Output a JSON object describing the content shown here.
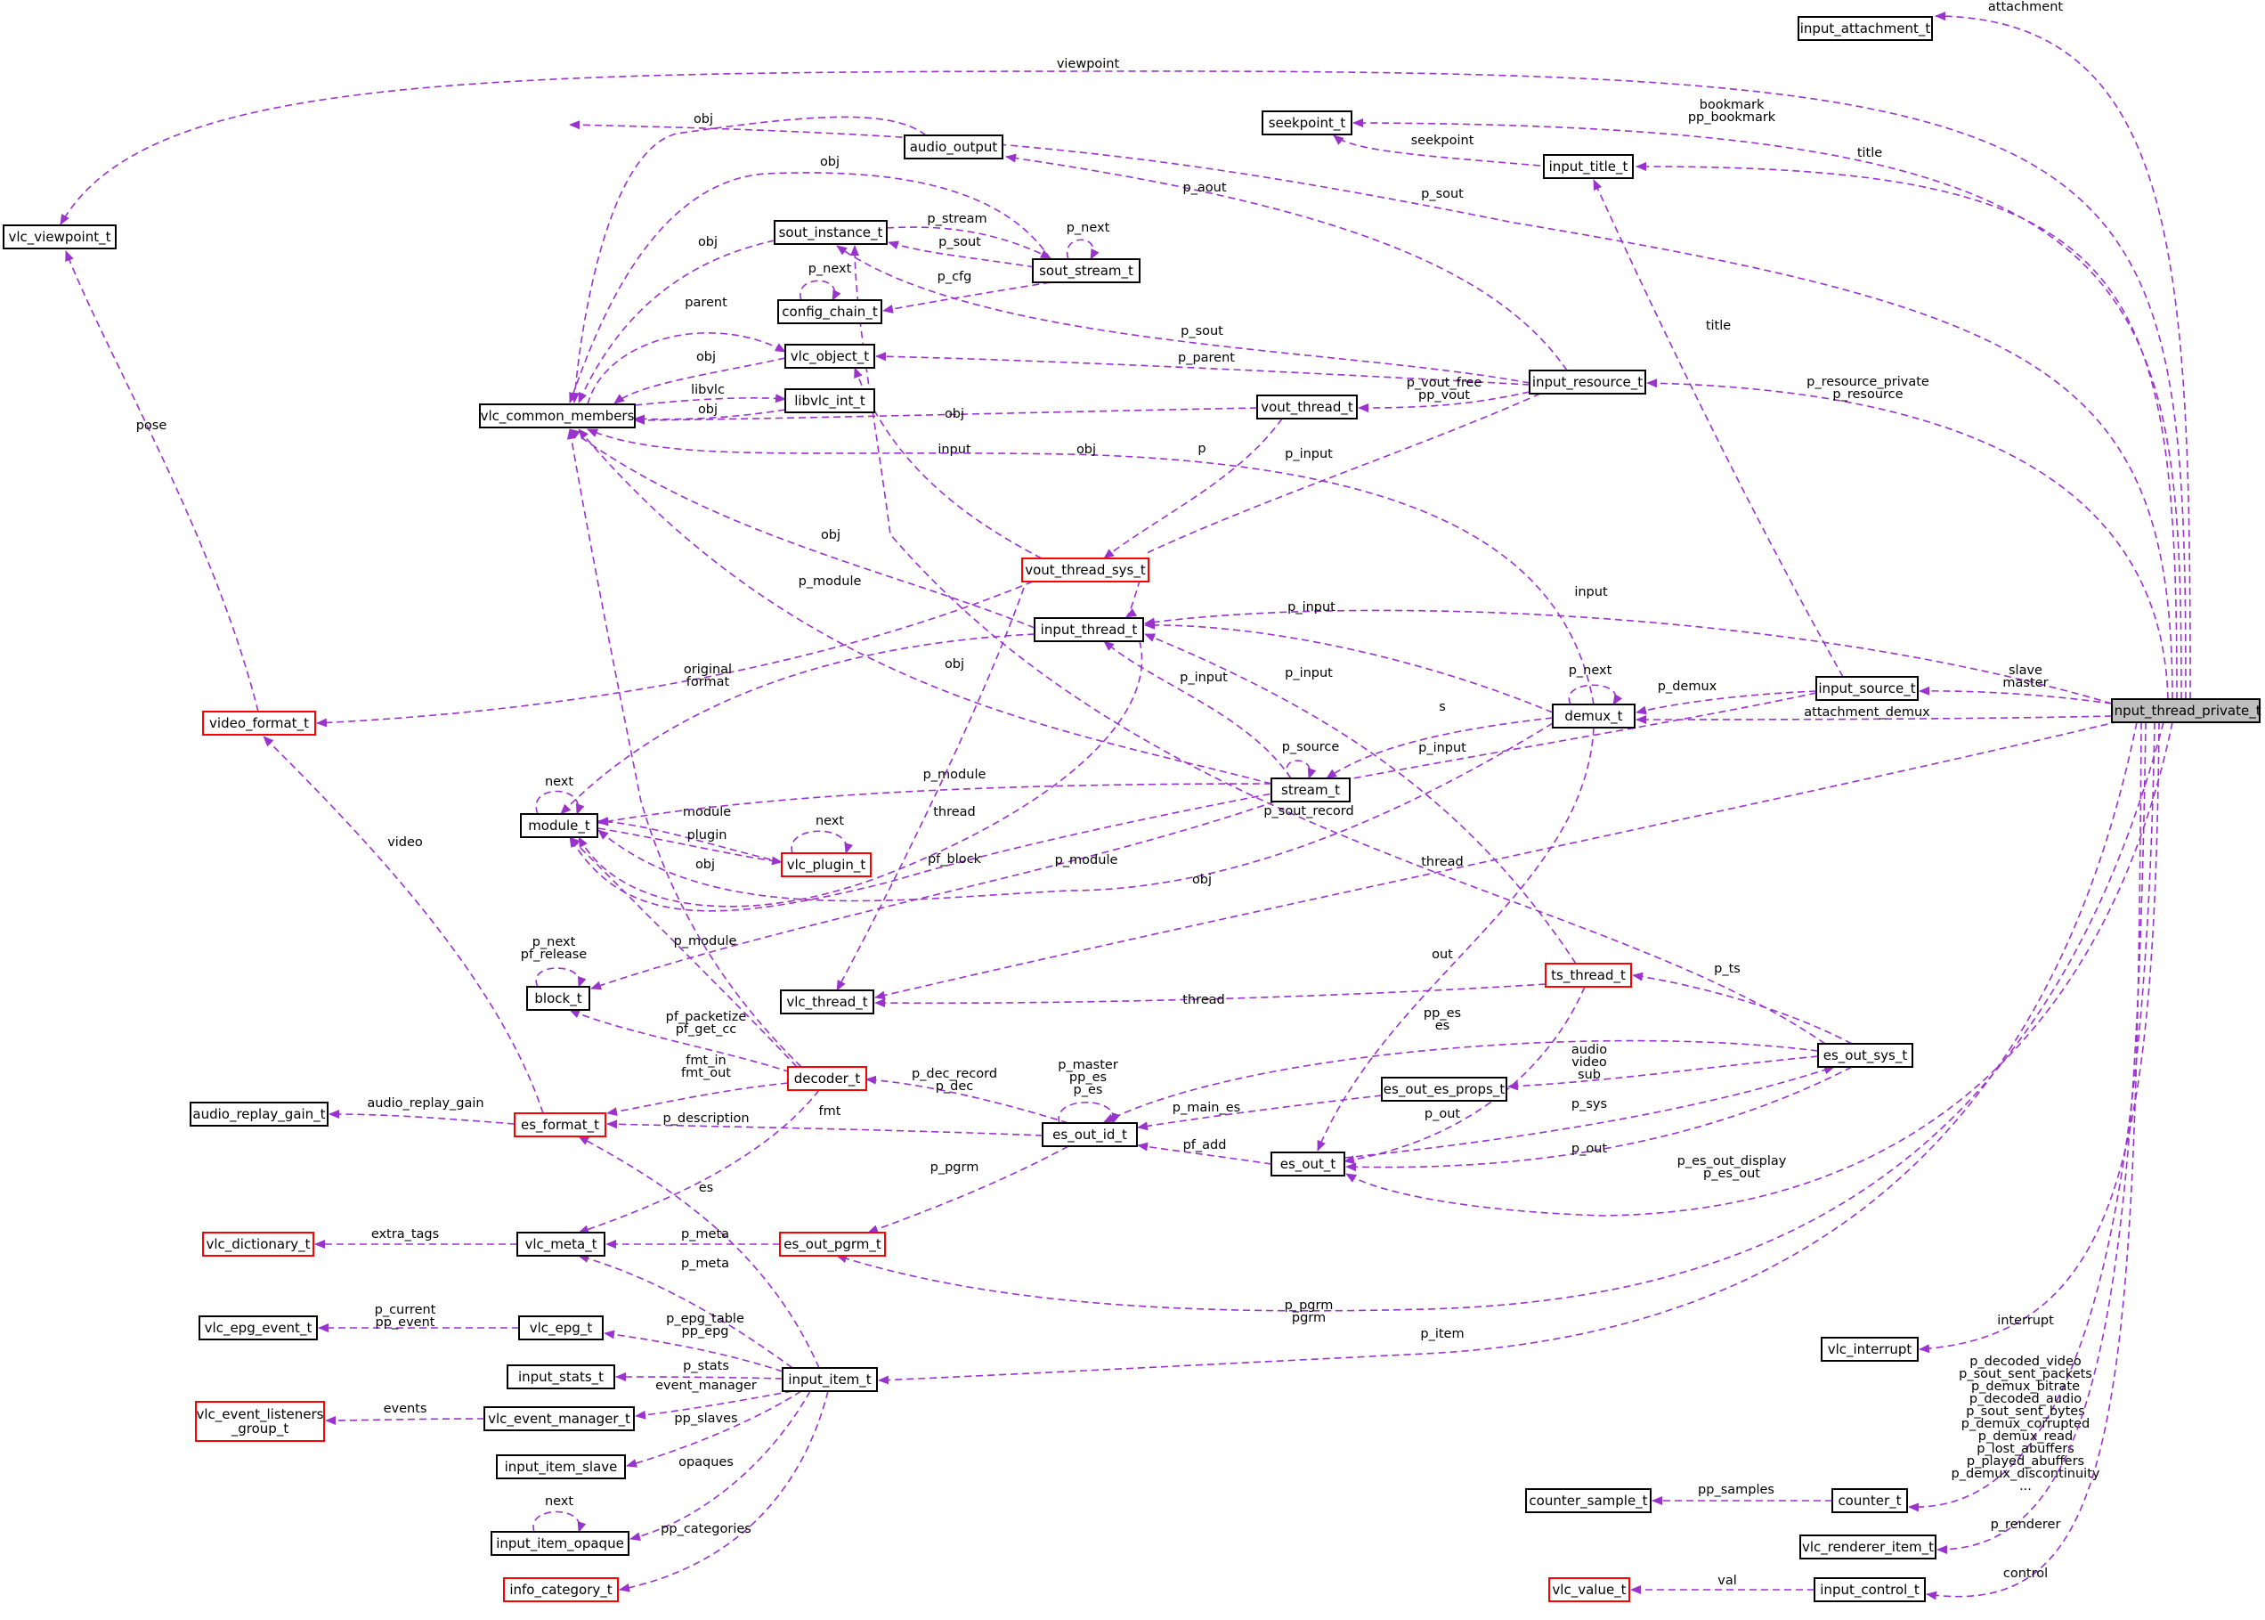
{
  "colors": {
    "edge": "#9a32cd",
    "node_border": "#000000",
    "incomplete_border": "#ff0000",
    "highlight_fill": "#bfbfbf"
  },
  "nodes": [
    {
      "id": "input_attachment_t",
      "label": "input_attachment_t",
      "red": false
    },
    {
      "id": "vlc_viewpoint_t",
      "label": "vlc_viewpoint_t",
      "red": false
    },
    {
      "id": "seekpoint_t",
      "label": "seekpoint_t",
      "red": false
    },
    {
      "id": "audio_output",
      "label": "audio_output",
      "red": false
    },
    {
      "id": "input_title_t",
      "label": "input_title_t",
      "red": false
    },
    {
      "id": "sout_instance_t",
      "label": "sout_instance_t",
      "red": false
    },
    {
      "id": "sout_stream_t",
      "label": "sout_stream_t",
      "red": false
    },
    {
      "id": "config_chain_t",
      "label": "config_chain_t",
      "red": false
    },
    {
      "id": "vlc_object_t",
      "label": "vlc_object_t",
      "red": false
    },
    {
      "id": "vlc_common_members",
      "label": "vlc_common_members",
      "red": false
    },
    {
      "id": "libvlc_int_t",
      "label": "libvlc_int_t",
      "red": false
    },
    {
      "id": "vout_thread_t",
      "label": "vout_thread_t",
      "red": false
    },
    {
      "id": "input_resource_t",
      "label": "input_resource_t",
      "red": false
    },
    {
      "id": "vout_thread_sys_t",
      "label": "vout_thread_sys_t",
      "red": true
    },
    {
      "id": "input_thread_t",
      "label": "input_thread_t",
      "red": false
    },
    {
      "id": "input_source_t",
      "label": "input_source_t",
      "red": false
    },
    {
      "id": "demux_t",
      "label": "demux_t",
      "red": false
    },
    {
      "id": "input_thread_private_t",
      "label": "input_thread_private_t",
      "red": false,
      "highlight": true
    },
    {
      "id": "video_format_t",
      "label": "video_format_t",
      "red": true
    },
    {
      "id": "stream_t",
      "label": "stream_t",
      "red": false
    },
    {
      "id": "module_t",
      "label": "module_t",
      "red": false
    },
    {
      "id": "vlc_plugin_t",
      "label": "vlc_plugin_t",
      "red": true
    },
    {
      "id": "block_t",
      "label": "block_t",
      "red": false
    },
    {
      "id": "vlc_thread_t",
      "label": "vlc_thread_t",
      "red": false
    },
    {
      "id": "ts_thread_t",
      "label": "ts_thread_t",
      "red": true
    },
    {
      "id": "es_out_sys_t",
      "label": "es_out_sys_t",
      "red": false
    },
    {
      "id": "decoder_t",
      "label": "decoder_t",
      "red": true
    },
    {
      "id": "es_out_es_props_t",
      "label": "es_out_es_props_t",
      "red": false
    },
    {
      "id": "audio_replay_gain_t",
      "label": "audio_replay_gain_t",
      "red": false
    },
    {
      "id": "es_format_t",
      "label": "es_format_t",
      "red": true
    },
    {
      "id": "es_out_id_t",
      "label": "es_out_id_t",
      "red": false
    },
    {
      "id": "es_out_t",
      "label": "es_out_t",
      "red": false
    },
    {
      "id": "vlc_dictionary_t",
      "label": "vlc_dictionary_t",
      "red": true
    },
    {
      "id": "vlc_meta_t",
      "label": "vlc_meta_t",
      "red": false
    },
    {
      "id": "es_out_pgrm_t",
      "label": "es_out_pgrm_t",
      "red": true
    },
    {
      "id": "vlc_epg_event_t",
      "label": "vlc_epg_event_t",
      "red": false
    },
    {
      "id": "vlc_epg_t",
      "label": "vlc_epg_t",
      "red": false
    },
    {
      "id": "input_stats_t",
      "label": "input_stats_t",
      "red": false
    },
    {
      "id": "input_item_t",
      "label": "input_item_t",
      "red": false
    },
    {
      "id": "vlc_interrupt",
      "label": "vlc_interrupt",
      "red": false
    },
    {
      "id": "vlc_event_listeners_group_t",
      "label": "vlc_event_listeners\n_group_t",
      "red": true
    },
    {
      "id": "vlc_event_manager_t",
      "label": "vlc_event_manager_t",
      "red": false
    },
    {
      "id": "input_item_slave",
      "label": "input_item_slave",
      "red": false
    },
    {
      "id": "counter_sample_t",
      "label": "counter_sample_t",
      "red": false
    },
    {
      "id": "counter_t",
      "label": "counter_t",
      "red": false
    },
    {
      "id": "input_item_opaque",
      "label": "input_item_opaque",
      "red": false
    },
    {
      "id": "vlc_renderer_item_t",
      "label": "vlc_renderer_item_t",
      "red": false
    },
    {
      "id": "info_category_t",
      "label": "info_category_t",
      "red": true
    },
    {
      "id": "vlc_value_t",
      "label": "vlc_value_t",
      "red": true
    },
    {
      "id": "input_control_t",
      "label": "input_control_t",
      "red": false
    }
  ],
  "edges": [
    {
      "id": "e_attachment",
      "from": "input_thread_private_t",
      "to": "input_attachment_t",
      "label": "attachment"
    },
    {
      "id": "e_viewpoint",
      "from": "input_thread_private_t",
      "to": "vlc_viewpoint_t",
      "label": "viewpoint"
    },
    {
      "id": "e_bookmark",
      "from": "input_thread_private_t",
      "to": "seekpoint_t",
      "label": "bookmark\npp_bookmark"
    },
    {
      "id": "e_title",
      "from": "input_thread_private_t",
      "to": "input_title_t",
      "label": "title"
    },
    {
      "id": "e_psout_priv",
      "from": "input_thread_private_t",
      "to": "vlc_common_members",
      "label": "p_sout"
    },
    {
      "id": "e_seekpoint",
      "from": "input_title_t",
      "to": "seekpoint_t",
      "label": "seekpoint"
    },
    {
      "id": "e_paout",
      "from": "input_resource_t",
      "to": "audio_output",
      "label": "p_aout"
    },
    {
      "id": "e_ao_obj",
      "from": "audio_output",
      "to": "vlc_common_members",
      "label": "obj"
    },
    {
      "id": "e_si_obj",
      "from": "sout_instance_t",
      "to": "vlc_common_members",
      "label": "obj"
    },
    {
      "id": "e_ss_obj",
      "from": "sout_stream_t",
      "to": "vlc_common_members",
      "label": "obj"
    },
    {
      "id": "e_pstream",
      "from": "sout_instance_t",
      "to": "sout_stream_t",
      "label": "p_stream"
    },
    {
      "id": "e_psout_ss",
      "from": "sout_stream_t",
      "to": "sout_instance_t",
      "label": "p_sout"
    },
    {
      "id": "e_pnext_ss",
      "from": "sout_stream_t",
      "to": "sout_stream_t",
      "label": "p_next"
    },
    {
      "id": "e_pcfg",
      "from": "sout_stream_t",
      "to": "config_chain_t",
      "label": "p_cfg"
    },
    {
      "id": "e_pnext_cc",
      "from": "config_chain_t",
      "to": "config_chain_t",
      "label": "p_next"
    },
    {
      "id": "e_psout_res",
      "from": "input_resource_t",
      "to": "sout_instance_t",
      "label": "p_sout"
    },
    {
      "id": "e_parent",
      "from": "vlc_common_members",
      "to": "vlc_object_t",
      "label": "parent"
    },
    {
      "id": "e_vo_obj",
      "from": "vlc_object_t",
      "to": "vlc_common_members",
      "label": "obj"
    },
    {
      "id": "e_pparent",
      "from": "input_resource_t",
      "to": "vlc_object_t",
      "label": "p_parent"
    },
    {
      "id": "e_libvlc",
      "from": "vlc_common_members",
      "to": "libvlc_int_t",
      "label": "libvlc"
    },
    {
      "id": "e_lib_obj",
      "from": "libvlc_int_t",
      "to": "vlc_common_members",
      "label": "obj"
    },
    {
      "id": "e_vt_obj",
      "from": "vout_thread_t",
      "to": "vlc_common_members",
      "label": "obj"
    },
    {
      "id": "e_pvout",
      "from": "input_resource_t",
      "to": "vout_thread_t",
      "label": "p_vout_free\npp_vout"
    },
    {
      "id": "e_res_priv",
      "from": "input_thread_private_t",
      "to": "input_resource_t",
      "label": "p_resource_private\np_resource"
    },
    {
      "id": "e_title_src",
      "from": "input_source_t",
      "to": "input_title_t",
      "label": "title"
    },
    {
      "id": "e_p_vts",
      "from": "vout_thread_t",
      "to": "vout_thread_sys_t",
      "label": "p"
    },
    {
      "id": "e_pinput_res",
      "from": "input_resource_t",
      "to": "input_thread_t",
      "label": "p_input"
    },
    {
      "id": "e_input_vts",
      "from": "vout_thread_sys_t",
      "to": "vlc_object_t",
      "label": "input"
    },
    {
      "id": "e_it_obj",
      "from": "input_thread_t",
      "to": "vlc_common_members",
      "label": "obj"
    },
    {
      "id": "e_dm_obj",
      "from": "demux_t",
      "to": "vlc_common_members",
      "label": "obj"
    },
    {
      "id": "e_pmodule_sm",
      "from": "input_thread_t",
      "to": "module_t",
      "label": "p_module"
    },
    {
      "id": "e_input_priv",
      "from": "input_thread_private_t",
      "to": "input_thread_t",
      "label": "input"
    },
    {
      "id": "e_pinput_dm",
      "from": "demux_t",
      "to": "input_thread_t",
      "label": "p_input"
    },
    {
      "id": "e_pinput_st",
      "from": "stream_t",
      "to": "input_thread_t",
      "label": "p_input"
    },
    {
      "id": "e_pinput_ts",
      "from": "ts_thread_t",
      "to": "input_thread_t",
      "label": "p_input"
    },
    {
      "id": "e_pnext_dm",
      "from": "demux_t",
      "to": "demux_t",
      "label": "p_next"
    },
    {
      "id": "e_slave",
      "from": "input_thread_private_t",
      "to": "input_source_t",
      "label": "slave\nmaster"
    },
    {
      "id": "e_pdemux",
      "from": "input_source_t",
      "to": "demux_t",
      "label": "p_demux"
    },
    {
      "id": "e_attdemux",
      "from": "input_thread_private_t",
      "to": "demux_t",
      "label": "attachment_demux"
    },
    {
      "id": "e_s",
      "from": "demux_t",
      "to": "stream_t",
      "label": "s"
    },
    {
      "id": "e_psource",
      "from": "stream_t",
      "to": "stream_t",
      "label": "p_source"
    },
    {
      "id": "e_orig",
      "from": "vout_thread_sys_t",
      "to": "video_format_t",
      "label": "original\nformat"
    },
    {
      "id": "e_st_obj",
      "from": "stream_t",
      "to": "vlc_common_members",
      "label": "obj"
    },
    {
      "id": "e_pinput_src",
      "from": "input_source_t",
      "to": "module_t",
      "label": "p_input"
    },
    {
      "id": "e_next_mod",
      "from": "module_t",
      "to": "module_t",
      "label": "next"
    },
    {
      "id": "e_module",
      "from": "vlc_plugin_t",
      "to": "module_t",
      "label": "module"
    },
    {
      "id": "e_plugin",
      "from": "module_t",
      "to": "vlc_plugin_t",
      "label": "plugin"
    },
    {
      "id": "e_next_pl",
      "from": "vlc_plugin_t",
      "to": "vlc_plugin_t",
      "label": "next"
    },
    {
      "id": "e_pmodule_st",
      "from": "stream_t",
      "to": "module_t",
      "label": "p_module"
    },
    {
      "id": "e_pose",
      "from": "video_format_t",
      "to": "vlc_viewpoint_t",
      "label": "pose"
    },
    {
      "id": "e_video",
      "from": "es_format_t",
      "to": "video_format_t",
      "label": "video"
    },
    {
      "id": "e_thread_vts",
      "from": "vout_thread_sys_t",
      "to": "vlc_thread_t",
      "label": "thread"
    },
    {
      "id": "e_pfblock",
      "from": "stream_t",
      "to": "block_t",
      "label": "pf_block"
    },
    {
      "id": "e_pmodule_dm",
      "from": "demux_t",
      "to": "module_t",
      "label": "p_module"
    },
    {
      "id": "e_obj_it",
      "from": "input_thread_t",
      "to": "module_t",
      "label": "obj"
    },
    {
      "id": "e_psoutrec",
      "from": "es_out_sys_t",
      "to": "sout_instance_t",
      "label": "p_sout_record"
    },
    {
      "id": "e_thread_priv",
      "from": "input_thread_private_t",
      "to": "vlc_thread_t",
      "label": "thread"
    },
    {
      "id": "e_blk_next",
      "from": "block_t",
      "to": "block_t",
      "label": "p_next\npf_release"
    },
    {
      "id": "e_pmodule_dec",
      "from": "decoder_t",
      "to": "module_t",
      "label": "p_module"
    },
    {
      "id": "e_dec_obj",
      "from": "decoder_t",
      "to": "vlc_common_members",
      "label": "obj"
    },
    {
      "id": "e_thread_ts",
      "from": "ts_thread_t",
      "to": "vlc_thread_t",
      "label": "thread"
    },
    {
      "id": "e_out",
      "from": "demux_t",
      "to": "es_out_t",
      "label": "out"
    },
    {
      "id": "e_pts",
      "from": "es_out_sys_t",
      "to": "ts_thread_t",
      "label": "p_ts"
    },
    {
      "id": "e_ppes",
      "from": "es_out_sys_t",
      "to": "es_out_id_t",
      "label": "pp_es\nes"
    },
    {
      "id": "e_pfpack",
      "from": "decoder_t",
      "to": "block_t",
      "label": "pf_packetize\npf_get_cc"
    },
    {
      "id": "e_fmtin",
      "from": "decoder_t",
      "to": "es_format_t",
      "label": "fmt_in\nfmt_out"
    },
    {
      "id": "e_pdecrec",
      "from": "es_out_id_t",
      "to": "decoder_t",
      "label": "p_dec_record\np_dec"
    },
    {
      "id": "e_pmaster",
      "from": "es_out_id_t",
      "to": "es_out_id_t",
      "label": "p_master\npp_es\np_es"
    },
    {
      "id": "e_avs",
      "from": "es_out_sys_t",
      "to": "es_out_es_props_t",
      "label": "audio\nvideo\nsub"
    },
    {
      "id": "e_pmainsys",
      "from": "es_out_es_props_t",
      "to": "es_out_id_t",
      "label": "p_main_es"
    },
    {
      "id": "e_arg",
      "from": "es_format_t",
      "to": "audio_replay_gain_t",
      "label": "audio_replay_gain"
    },
    {
      "id": "e_fmt",
      "from": "es_out_id_t",
      "to": "es_format_t",
      "label": "fmt"
    },
    {
      "id": "e_pdesc",
      "from": "decoder_t",
      "to": "vlc_meta_t",
      "label": "p_description"
    },
    {
      "id": "e_pout_ts",
      "from": "ts_thread_t",
      "to": "es_out_t",
      "label": "p_out"
    },
    {
      "id": "e_psys",
      "from": "es_out_t",
      "to": "es_out_sys_t",
      "label": "p_sys"
    },
    {
      "id": "e_pfadd",
      "from": "es_out_t",
      "to": "es_out_id_t",
      "label": "pf_add"
    },
    {
      "id": "e_pout_sys",
      "from": "es_out_sys_t",
      "to": "es_out_t",
      "label": "p_out"
    },
    {
      "id": "e_esout_priv",
      "from": "input_thread_private_t",
      "to": "es_out_t",
      "label": "p_es_out_display\np_es_out"
    },
    {
      "id": "e_ppgrm",
      "from": "es_out_id_t",
      "to": "es_out_pgrm_t",
      "label": "p_pgrm"
    },
    {
      "id": "e_es",
      "from": "input_item_t",
      "to": "es_format_t",
      "label": "es"
    },
    {
      "id": "e_extra",
      "from": "vlc_meta_t",
      "to": "vlc_dictionary_t",
      "label": "extra_tags"
    },
    {
      "id": "e_pmeta_pg",
      "from": "es_out_pgrm_t",
      "to": "vlc_meta_t",
      "label": "p_meta"
    },
    {
      "id": "e_pgrm_priv",
      "from": "input_thread_private_t",
      "to": "es_out_pgrm_t",
      "label": "p_pgrm\npgrm"
    },
    {
      "id": "e_pmeta_ii",
      "from": "input_item_t",
      "to": "vlc_meta_t",
      "label": "p_meta"
    },
    {
      "id": "e_pcur",
      "from": "vlc_epg_t",
      "to": "vlc_epg_event_t",
      "label": "p_current\npp_event"
    },
    {
      "id": "e_epg",
      "from": "input_item_t",
      "to": "vlc_epg_t",
      "label": "p_epg_table\npp_epg"
    },
    {
      "id": "e_stats",
      "from": "input_item_t",
      "to": "input_stats_t",
      "label": "p_stats"
    },
    {
      "id": "e_pitem",
      "from": "input_thread_private_t",
      "to": "input_item_t",
      "label": "p_item"
    },
    {
      "id": "e_interrupt",
      "from": "input_thread_private_t",
      "to": "vlc_interrupt",
      "label": "interrupt"
    },
    {
      "id": "e_evmgr",
      "from": "input_item_t",
      "to": "vlc_event_manager_t",
      "label": "event_manager"
    },
    {
      "id": "e_events",
      "from": "vlc_event_manager_t",
      "to": "vlc_event_listeners_group_t",
      "label": "events"
    },
    {
      "id": "e_ppslaves",
      "from": "input_item_t",
      "to": "input_item_slave",
      "label": "pp_slaves"
    },
    {
      "id": "e_counters",
      "from": "input_thread_private_t",
      "to": "counter_t",
      "label": "p_decoded_video\np_sout_sent_packets\np_demux_bitrate\np_decoded_audio\np_sout_sent_bytes\np_demux_corrupted\np_demux_read\np_lost_abuffers\np_played_abuffers\np_demux_discontinuity\n..."
    },
    {
      "id": "e_opaques",
      "from": "input_item_t",
      "to": "input_item_opaque",
      "label": "opaques"
    },
    {
      "id": "e_next_op",
      "from": "input_item_opaque",
      "to": "input_item_opaque",
      "label": "next"
    },
    {
      "id": "e_ppsamples",
      "from": "counter_t",
      "to": "counter_sample_t",
      "label": "pp_samples"
    },
    {
      "id": "e_prenderer",
      "from": "input_thread_private_t",
      "to": "vlc_renderer_item_t",
      "label": "p_renderer"
    },
    {
      "id": "e_ppcat",
      "from": "input_item_t",
      "to": "info_category_t",
      "label": "pp_categories"
    },
    {
      "id": "e_val",
      "from": "input_control_t",
      "to": "vlc_value_t",
      "label": "val"
    },
    {
      "id": "e_control",
      "from": "input_thread_private_t",
      "to": "input_control_t",
      "label": "control"
    }
  ]
}
